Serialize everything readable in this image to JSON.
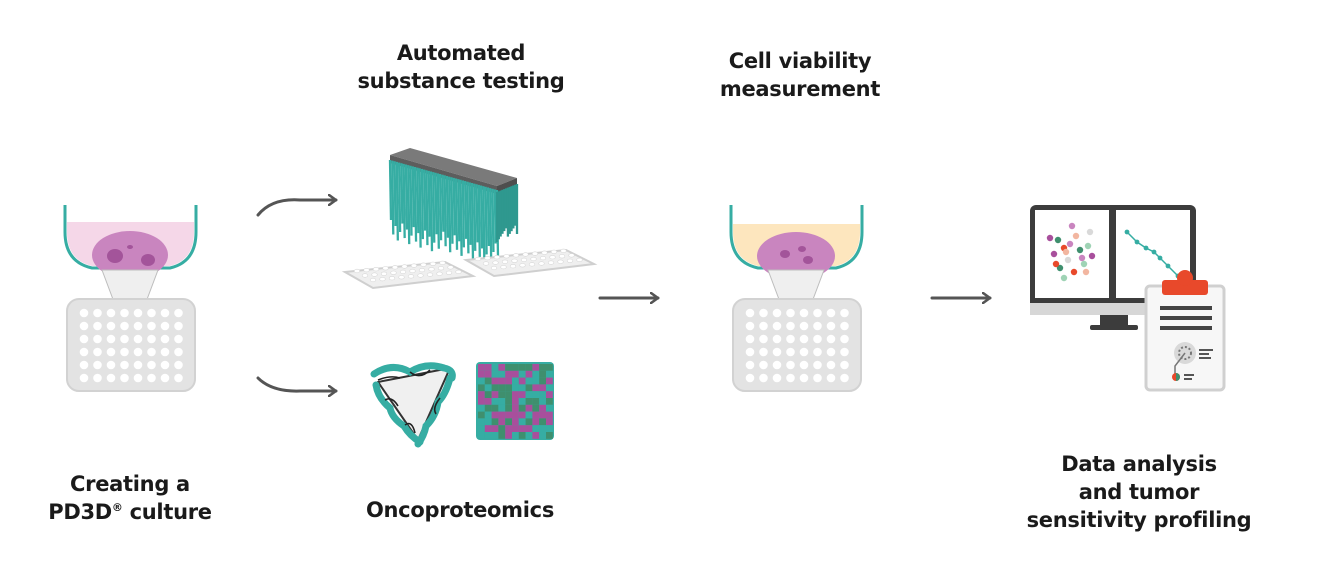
{
  "labels": {
    "creating": {
      "line1": "Creating a",
      "line2_prefix": "PD3D",
      "line2_sup": "®",
      "line2_suffix": " culture"
    },
    "automated": {
      "line1": "Automated",
      "line2": "substance testing"
    },
    "oncoproteomics": {
      "line1": "Oncoproteomics"
    },
    "viability": {
      "line1": "Cell viability",
      "line2": "measurement"
    },
    "analysis": {
      "line1": "Data analysis",
      "line2": "and tumor",
      "line3": "sensitivity profiling"
    }
  },
  "colors": {
    "teal": "#36ada3",
    "pink_medium": "#f5d7e8",
    "yellow_medium": "#fde6be",
    "tumor": "#c985bf",
    "tumor_dark": "#a3549a",
    "plate": "#e3e3e3",
    "arrow": "#555555",
    "monitor": "#3c3c3c",
    "clip": "#e8492b",
    "heat_magenta": "#a84f9c",
    "heat_teal": "#36ada3",
    "heat_green": "#3f8f6e"
  },
  "icons": [
    "culture-well-icon",
    "well-plate-icon",
    "robot-dispenser-icon",
    "plate-lid-icon",
    "protein-network-icon",
    "heatmap-icon",
    "monitor-icon",
    "report-clipboard-icon",
    "arrow-icon"
  ]
}
